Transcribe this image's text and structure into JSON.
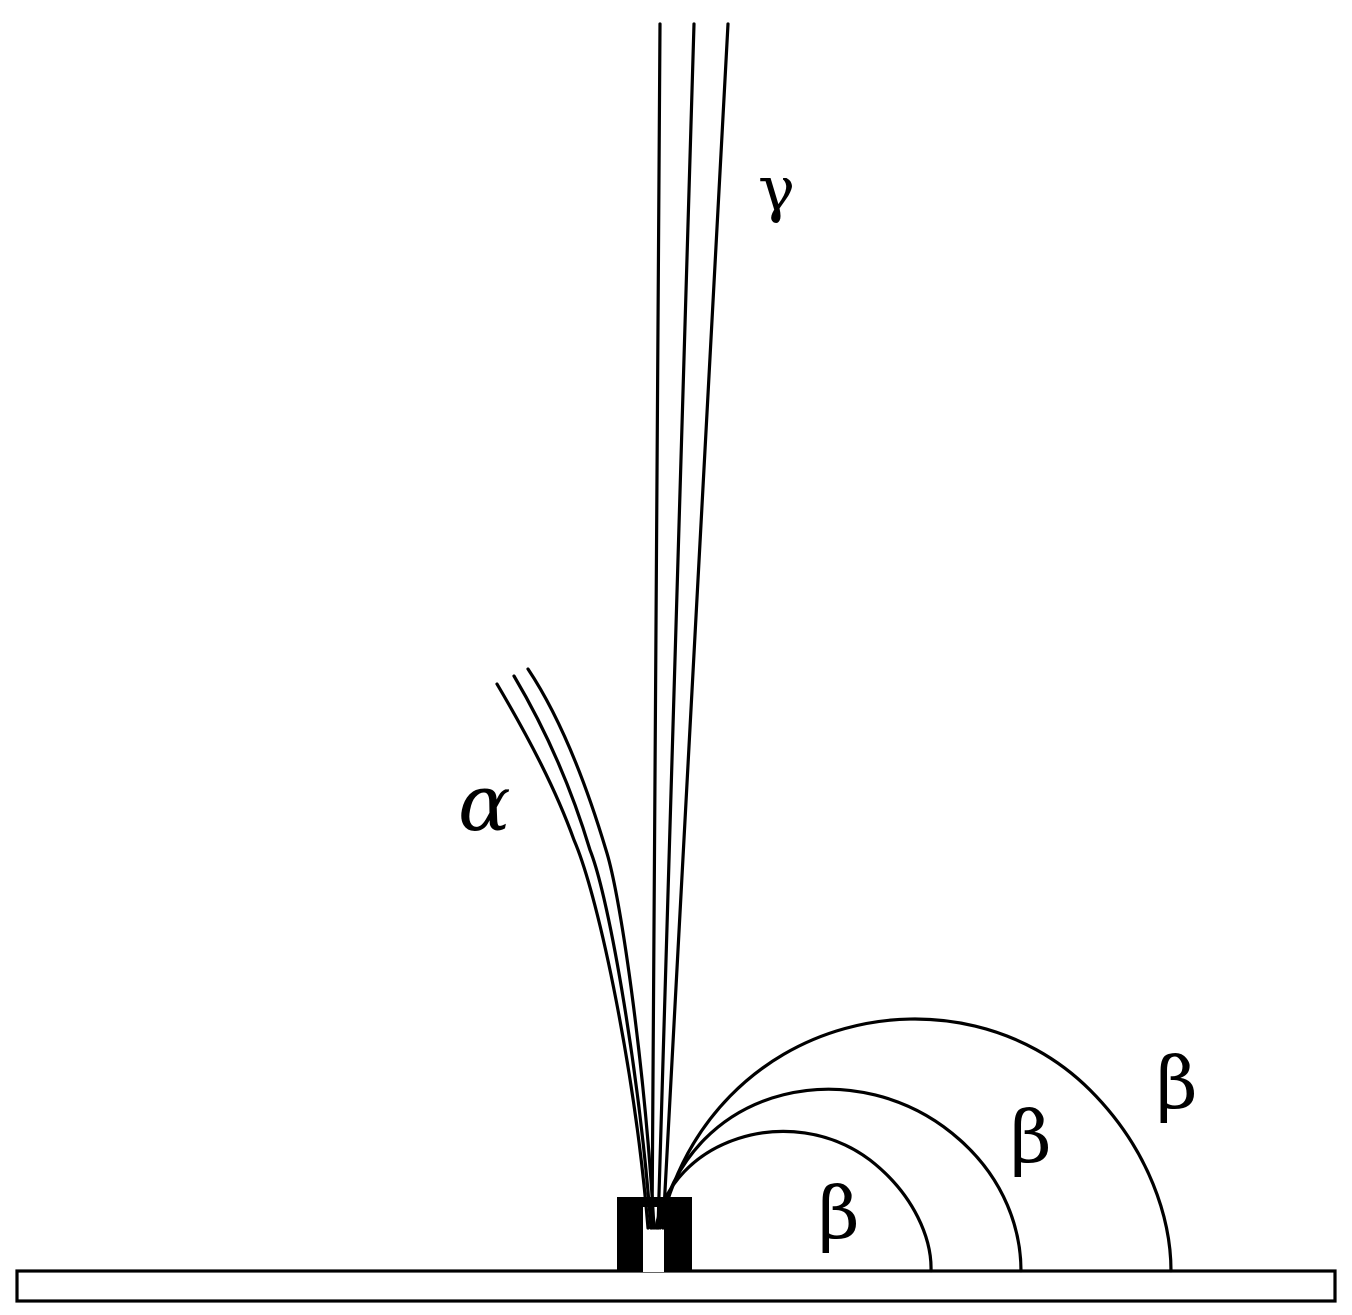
{
  "labels": {
    "gamma": "γ",
    "alpha": "α",
    "beta_inner": "β",
    "beta_middle": "β",
    "beta_outer": "β"
  },
  "colors": {
    "ink": "#000000",
    "background": "#ffffff"
  }
}
